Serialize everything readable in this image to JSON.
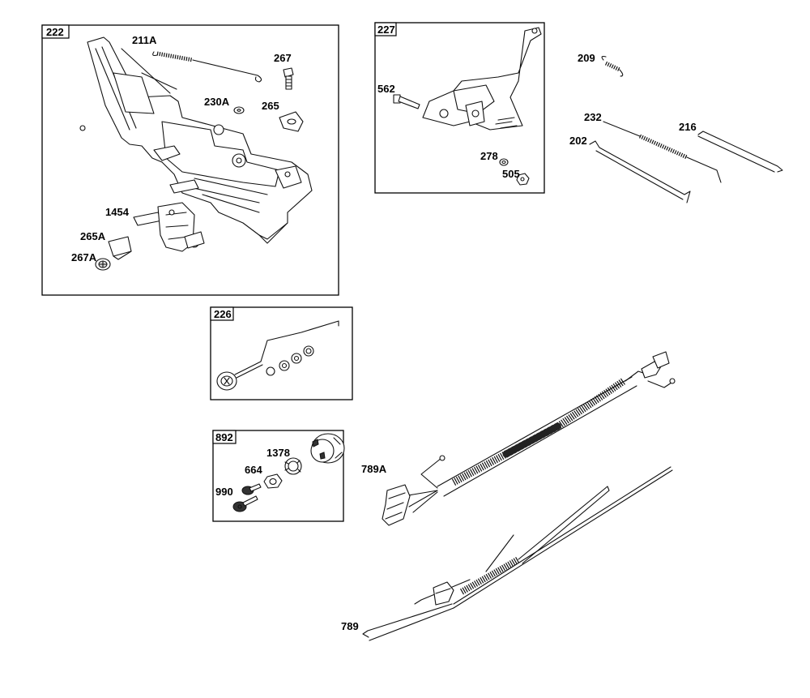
{
  "boxes": [
    {
      "id": "222"
    },
    {
      "id": "227"
    },
    {
      "id": "226"
    },
    {
      "id": "892"
    }
  ],
  "labels": {
    "p211A": "211A",
    "p267": "267",
    "p230A": "230A",
    "p265": "265",
    "p1454": "1454",
    "p265A": "265A",
    "p267A": "267A",
    "p562": "562",
    "p278": "278",
    "p505": "505",
    "p209": "209",
    "p232": "232",
    "p216": "216",
    "p202": "202",
    "p1378": "1378",
    "p664": "664",
    "p990": "990",
    "p789A": "789A",
    "p789": "789"
  }
}
